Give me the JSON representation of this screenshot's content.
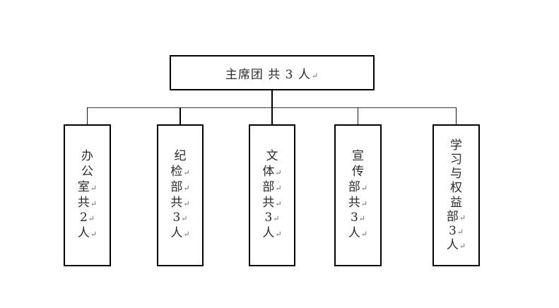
{
  "chart": {
    "type": "org-chart",
    "title": "",
    "pilcrow_glyph": "↵",
    "root": {
      "id": "root",
      "label": "主席团 共 3 人",
      "name": "主席团",
      "count_text": "共 3 人",
      "count": 3,
      "has_pilcrow": true
    },
    "children": [
      {
        "id": "office",
        "name": "办公室",
        "count": 2,
        "count_text": "共2人",
        "lines": [
          {
            "char": "办",
            "pilcrow": false
          },
          {
            "char": "公",
            "pilcrow": false
          },
          {
            "char": "室",
            "pilcrow": true
          },
          {
            "char": "共",
            "pilcrow": true
          },
          {
            "char": "2",
            "pilcrow": true
          },
          {
            "char": "人",
            "pilcrow": true
          }
        ]
      },
      {
        "id": "discipline",
        "name": "纪检部",
        "count": 3,
        "count_text": "共3人",
        "lines": [
          {
            "char": "纪",
            "pilcrow": false
          },
          {
            "char": "检",
            "pilcrow": true
          },
          {
            "char": "部",
            "pilcrow": true
          },
          {
            "char": "共",
            "pilcrow": true
          },
          {
            "char": "3",
            "pilcrow": true
          },
          {
            "char": "人",
            "pilcrow": true
          }
        ]
      },
      {
        "id": "culture-sports",
        "name": "文体部",
        "count": 3,
        "count_text": "共3人",
        "lines": [
          {
            "char": "文",
            "pilcrow": false
          },
          {
            "char": "体",
            "pilcrow": true
          },
          {
            "char": "部",
            "pilcrow": true
          },
          {
            "char": "共",
            "pilcrow": true
          },
          {
            "char": "3",
            "pilcrow": true
          },
          {
            "char": "人",
            "pilcrow": true
          }
        ]
      },
      {
        "id": "publicity",
        "name": "宣传部",
        "count": 3,
        "count_text": "共3人",
        "lines": [
          {
            "char": "宣",
            "pilcrow": false
          },
          {
            "char": "传",
            "pilcrow": false
          },
          {
            "char": "部",
            "pilcrow": true
          },
          {
            "char": "共",
            "pilcrow": true
          },
          {
            "char": "3",
            "pilcrow": true
          },
          {
            "char": "人",
            "pilcrow": true
          }
        ]
      },
      {
        "id": "study-rights",
        "name": "学习与权益部",
        "count": 3,
        "count_text": "3人",
        "lines": [
          {
            "char": "学",
            "pilcrow": false
          },
          {
            "char": "习",
            "pilcrow": false
          },
          {
            "char": "与",
            "pilcrow": false
          },
          {
            "char": "权",
            "pilcrow": false
          },
          {
            "char": "益",
            "pilcrow": false
          },
          {
            "char": "部",
            "pilcrow": true
          },
          {
            "char": "3",
            "pilcrow": true
          },
          {
            "char": "人",
            "pilcrow": true
          }
        ]
      }
    ],
    "colors": {
      "box_border": "#000000",
      "text": "#2b2b2b",
      "pilcrow": "#6a6a6a",
      "connector": "#000000",
      "bus": "#3a3a3a",
      "background": "#ffffff"
    }
  }
}
